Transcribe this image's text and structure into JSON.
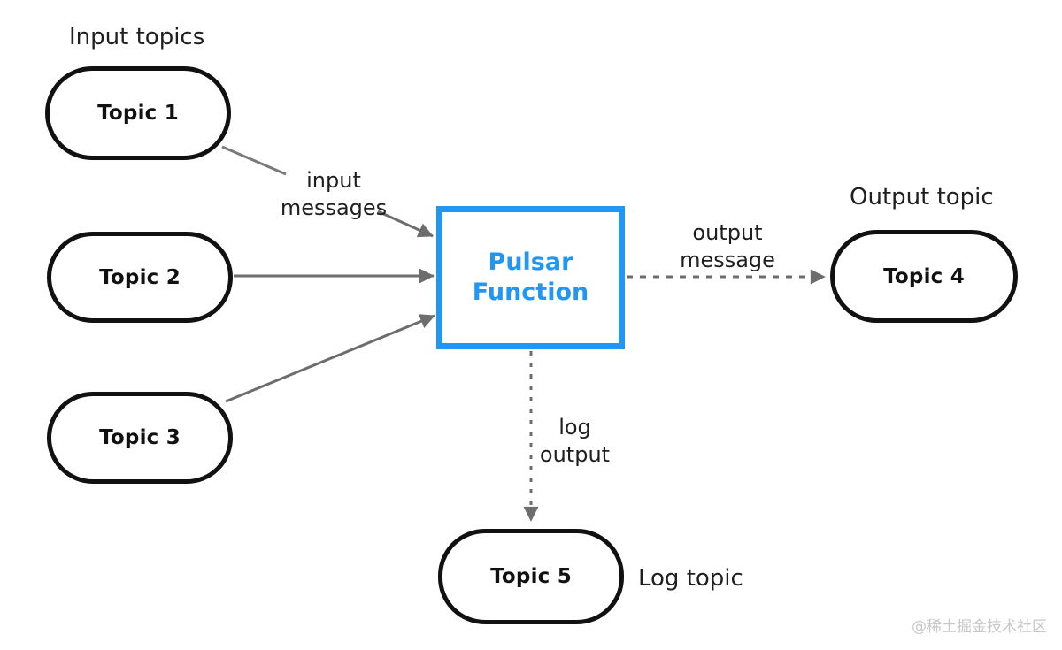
{
  "diagram": {
    "headings": {
      "input_topics": "Input topics",
      "output_topic": "Output topic",
      "log_topic": "Log topic"
    },
    "nodes": {
      "topic1": "Topic 1",
      "topic2": "Topic 2",
      "topic3": "Topic 3",
      "topic4": "Topic 4",
      "topic5": "Topic 5",
      "function": "Pulsar\nFunction"
    },
    "edge_labels": {
      "input_messages": "input\nmessages",
      "output_message": "output\nmessage",
      "log_output": "log\noutput"
    },
    "colors": {
      "accent_blue": "#2196F3",
      "node_border": "#111111",
      "arrow_gray": "#6d6d6d",
      "label_text": "#1f1f1f",
      "watermark_gray": "#c8c8c8"
    },
    "watermark": "@稀土掘金技术社区"
  }
}
